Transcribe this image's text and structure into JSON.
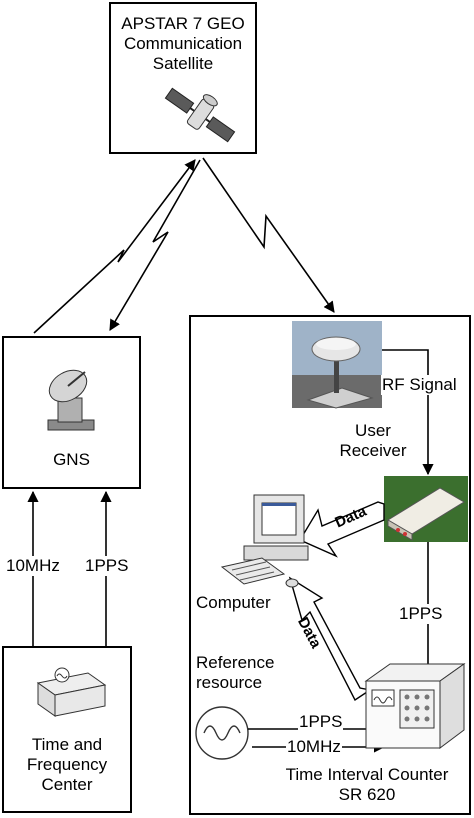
{
  "satellite": {
    "line1": "APSTAR 7 GEO",
    "line2": "Communication",
    "line3": "Satellite"
  },
  "gns": {
    "label": "GNS"
  },
  "links": {
    "ten_mhz": "10MHz",
    "one_pps": "1PPS"
  },
  "time_center": {
    "line1": "Time and",
    "line2": "Frequency",
    "line3": "Center"
  },
  "user_side": {
    "rf_signal": "RF Signal",
    "user_receiver_line1": "User",
    "user_receiver_line2": "Receiver",
    "data_top": "Data",
    "data_bottom": "Data",
    "computer": "Computer",
    "pps_down": "1PPS",
    "reference_line1": "Reference",
    "reference_line2": "resource",
    "ref_pps": "1PPS",
    "ref_10mhz": "10MHz",
    "counter_line1": "Time Interval Counter",
    "counter_line2": "SR 620"
  }
}
